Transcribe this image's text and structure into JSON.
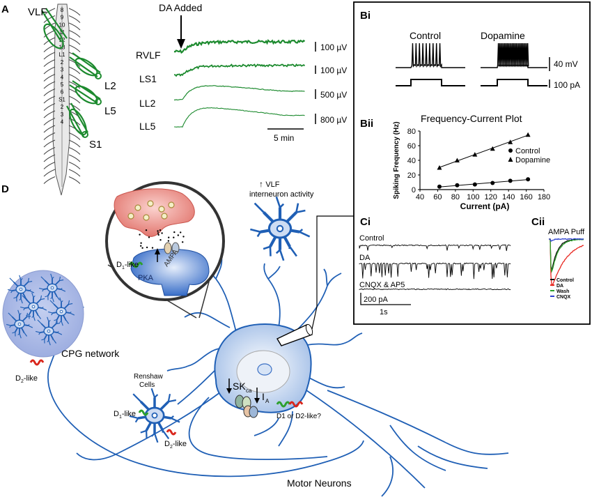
{
  "panels": {
    "a": "A",
    "bi": "Bi",
    "bii": "Bii",
    "ci": "Ci",
    "cii": "Cii",
    "d": "D"
  },
  "panel_a": {
    "vlf_label": "VLF",
    "l2_label": "L2",
    "l5_label": "L5",
    "s1_label": "S1",
    "spine_levels": [
      "8",
      "9",
      "10",
      "11",
      "12",
      "13",
      "L1",
      "2",
      "3",
      "4",
      "5",
      "6",
      "S1",
      "2",
      "3",
      "4"
    ],
    "da_added": "DA Added",
    "traces": [
      {
        "name": "RVLF",
        "scale": "100 µV"
      },
      {
        "name": "LS1",
        "scale": "100 µV"
      },
      {
        "name": "LL2",
        "scale": "500 µV"
      },
      {
        "name": "LL5",
        "scale": "800 µV"
      }
    ],
    "time_scale": "5 min"
  },
  "panel_bi": {
    "control": "Control",
    "dopamine": "Dopamine",
    "voltage_scale": "40 mV",
    "current_scale": "100 pA"
  },
  "panel_bii": {
    "chart_data": {
      "type": "scatter",
      "title": "Frequency-Current Plot",
      "xlabel": "Current (pA)",
      "ylabel": "Spiking Frequency (Hz)",
      "xlim": [
        40,
        180
      ],
      "ylim": [
        0,
        80
      ],
      "xticks": [
        40,
        60,
        80,
        100,
        120,
        140,
        160,
        180
      ],
      "yticks": [
        0,
        20,
        40,
        60,
        80
      ],
      "legend": "right",
      "series": [
        {
          "name": "Control",
          "marker": "circle",
          "x": [
            62,
            82,
            102,
            122,
            142,
            162
          ],
          "y": [
            4,
            6,
            7,
            9,
            12,
            14
          ]
        },
        {
          "name": "Dopamine",
          "marker": "triangle",
          "x": [
            62,
            82,
            102,
            122,
            142,
            162
          ],
          "y": [
            30,
            40,
            48,
            56,
            65,
            75
          ]
        }
      ]
    }
  },
  "panel_ci": {
    "rows": [
      "Control",
      "DA",
      "CNQX & AP5"
    ],
    "current_scale": "200 pA",
    "time_scale": "1s"
  },
  "panel_cii": {
    "title": "AMPA Puff",
    "legend": [
      {
        "name": "Control",
        "color": "#111111"
      },
      {
        "name": "DA",
        "color": "#e8261f"
      },
      {
        "name": "Wash",
        "color": "#2ca02c"
      },
      {
        "name": "CNQX",
        "color": "#2b3fd1"
      }
    ]
  },
  "panel_d": {
    "vlf_activity": "VLF",
    "vlf_activity_line2": "interneuron activity",
    "cpg": "CPG network",
    "d2_cpg": "D2-like",
    "renshaw_line1": "Renshaw",
    "renshaw_line2": "Cells",
    "d1_renshaw": "D1-like",
    "d2_renshaw": "D2-like",
    "d1_synapse": "D1-like",
    "pka": "PKA",
    "ampa": "AMPA",
    "sk": "SK",
    "sk_sub": "ca",
    "ia": "I",
    "ia_sub": "A",
    "d1_or_d2": "D1 or D2-like?",
    "motor_neurons": "Motor Neurons"
  },
  "colors": {
    "trace_green": "#1c8a2e",
    "neuron_blue": "#1f5fb5",
    "neuron_fill": "#b9cdec",
    "cpg_fill": "#a9b8e6",
    "pre_synapse": "#e8837c",
    "receptor_green": "#2ca02c",
    "receptor_red": "#d9261c"
  }
}
